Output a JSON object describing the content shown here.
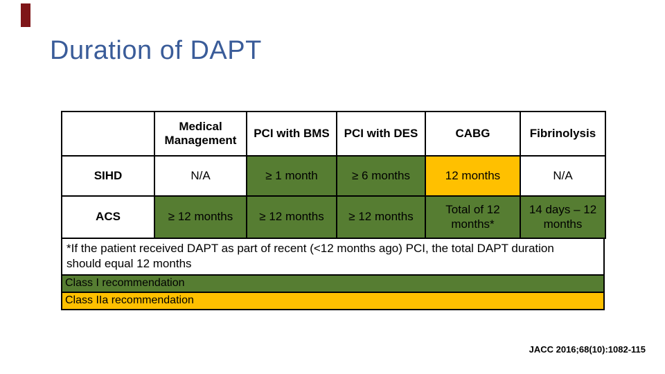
{
  "slide": {
    "title": "Duration of DAPT",
    "citation": "JACC 2016;68(10):1082-115",
    "colors": {
      "title_blue": "#3A5C99",
      "class_i_green": "#567D32",
      "class_iia_yellow": "#FFC000",
      "accent_red": "#7E1518",
      "border": "#000000"
    }
  },
  "table": {
    "headers": [
      "",
      "Medical Management",
      "PCI with BMS",
      "PCI with DES",
      "CABG",
      "Fibrinolysis"
    ],
    "rows": [
      {
        "label": "SIHD",
        "cells": [
          "N/A",
          "≥ 1 month",
          "≥ 6 months",
          "12 months",
          "N/A"
        ]
      },
      {
        "label": "ACS",
        "cells": [
          "≥ 12 months",
          "≥ 12 months",
          "≥ 12 months",
          "Total of 12 months*",
          "14 days – 12 months"
        ]
      }
    ]
  },
  "footnote": "*If the patient received DAPT as part of recent (<12 months ago) PCI, the total DAPT duration should equal 12 months",
  "legend": {
    "class_i": "Class I recommendation",
    "class_iia": "Class IIa recommendation"
  }
}
